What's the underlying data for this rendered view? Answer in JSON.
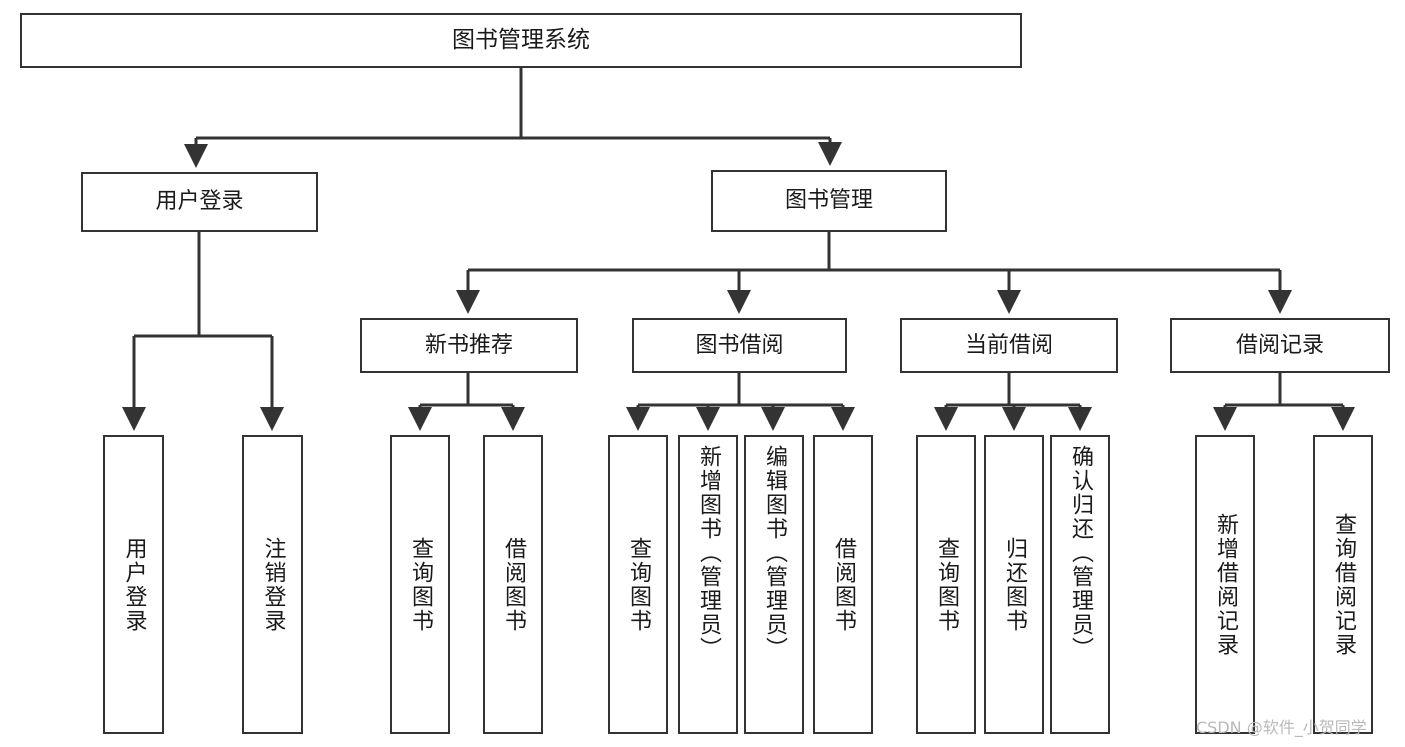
{
  "diagram": {
    "title": "图书管理系统",
    "watermark": "CSDN @软件_小贺同学",
    "colors": {
      "background": "#ffffff",
      "stroke": "#333333",
      "text": "#1a1a1a",
      "watermark": "#b9b9b9"
    },
    "root": {
      "label": "图书管理系统"
    },
    "level2": [
      {
        "label": "用户登录"
      },
      {
        "label": "图书管理"
      }
    ],
    "level3": [
      {
        "label": "新书推荐"
      },
      {
        "label": "图书借阅"
      },
      {
        "label": "当前借阅"
      },
      {
        "label": "借阅记录"
      }
    ],
    "leaves": {
      "user_login": [
        {
          "label": "用户登录"
        },
        {
          "label": "注销登录"
        }
      ],
      "new_book_recommend": [
        {
          "label": "查询图书"
        },
        {
          "label": "借阅图书"
        }
      ],
      "book_borrow": [
        {
          "label": "查询图书"
        },
        {
          "label": "新增图书（管理员）"
        },
        {
          "label": "编辑图书（管理员）"
        },
        {
          "label": "借阅图书"
        }
      ],
      "current_borrow": [
        {
          "label": "查询图书"
        },
        {
          "label": "归还图书"
        },
        {
          "label": "确认归还（管理员）"
        }
      ],
      "borrow_records": [
        {
          "label": "新增借阅记录"
        },
        {
          "label": "查询借阅记录"
        }
      ]
    }
  }
}
